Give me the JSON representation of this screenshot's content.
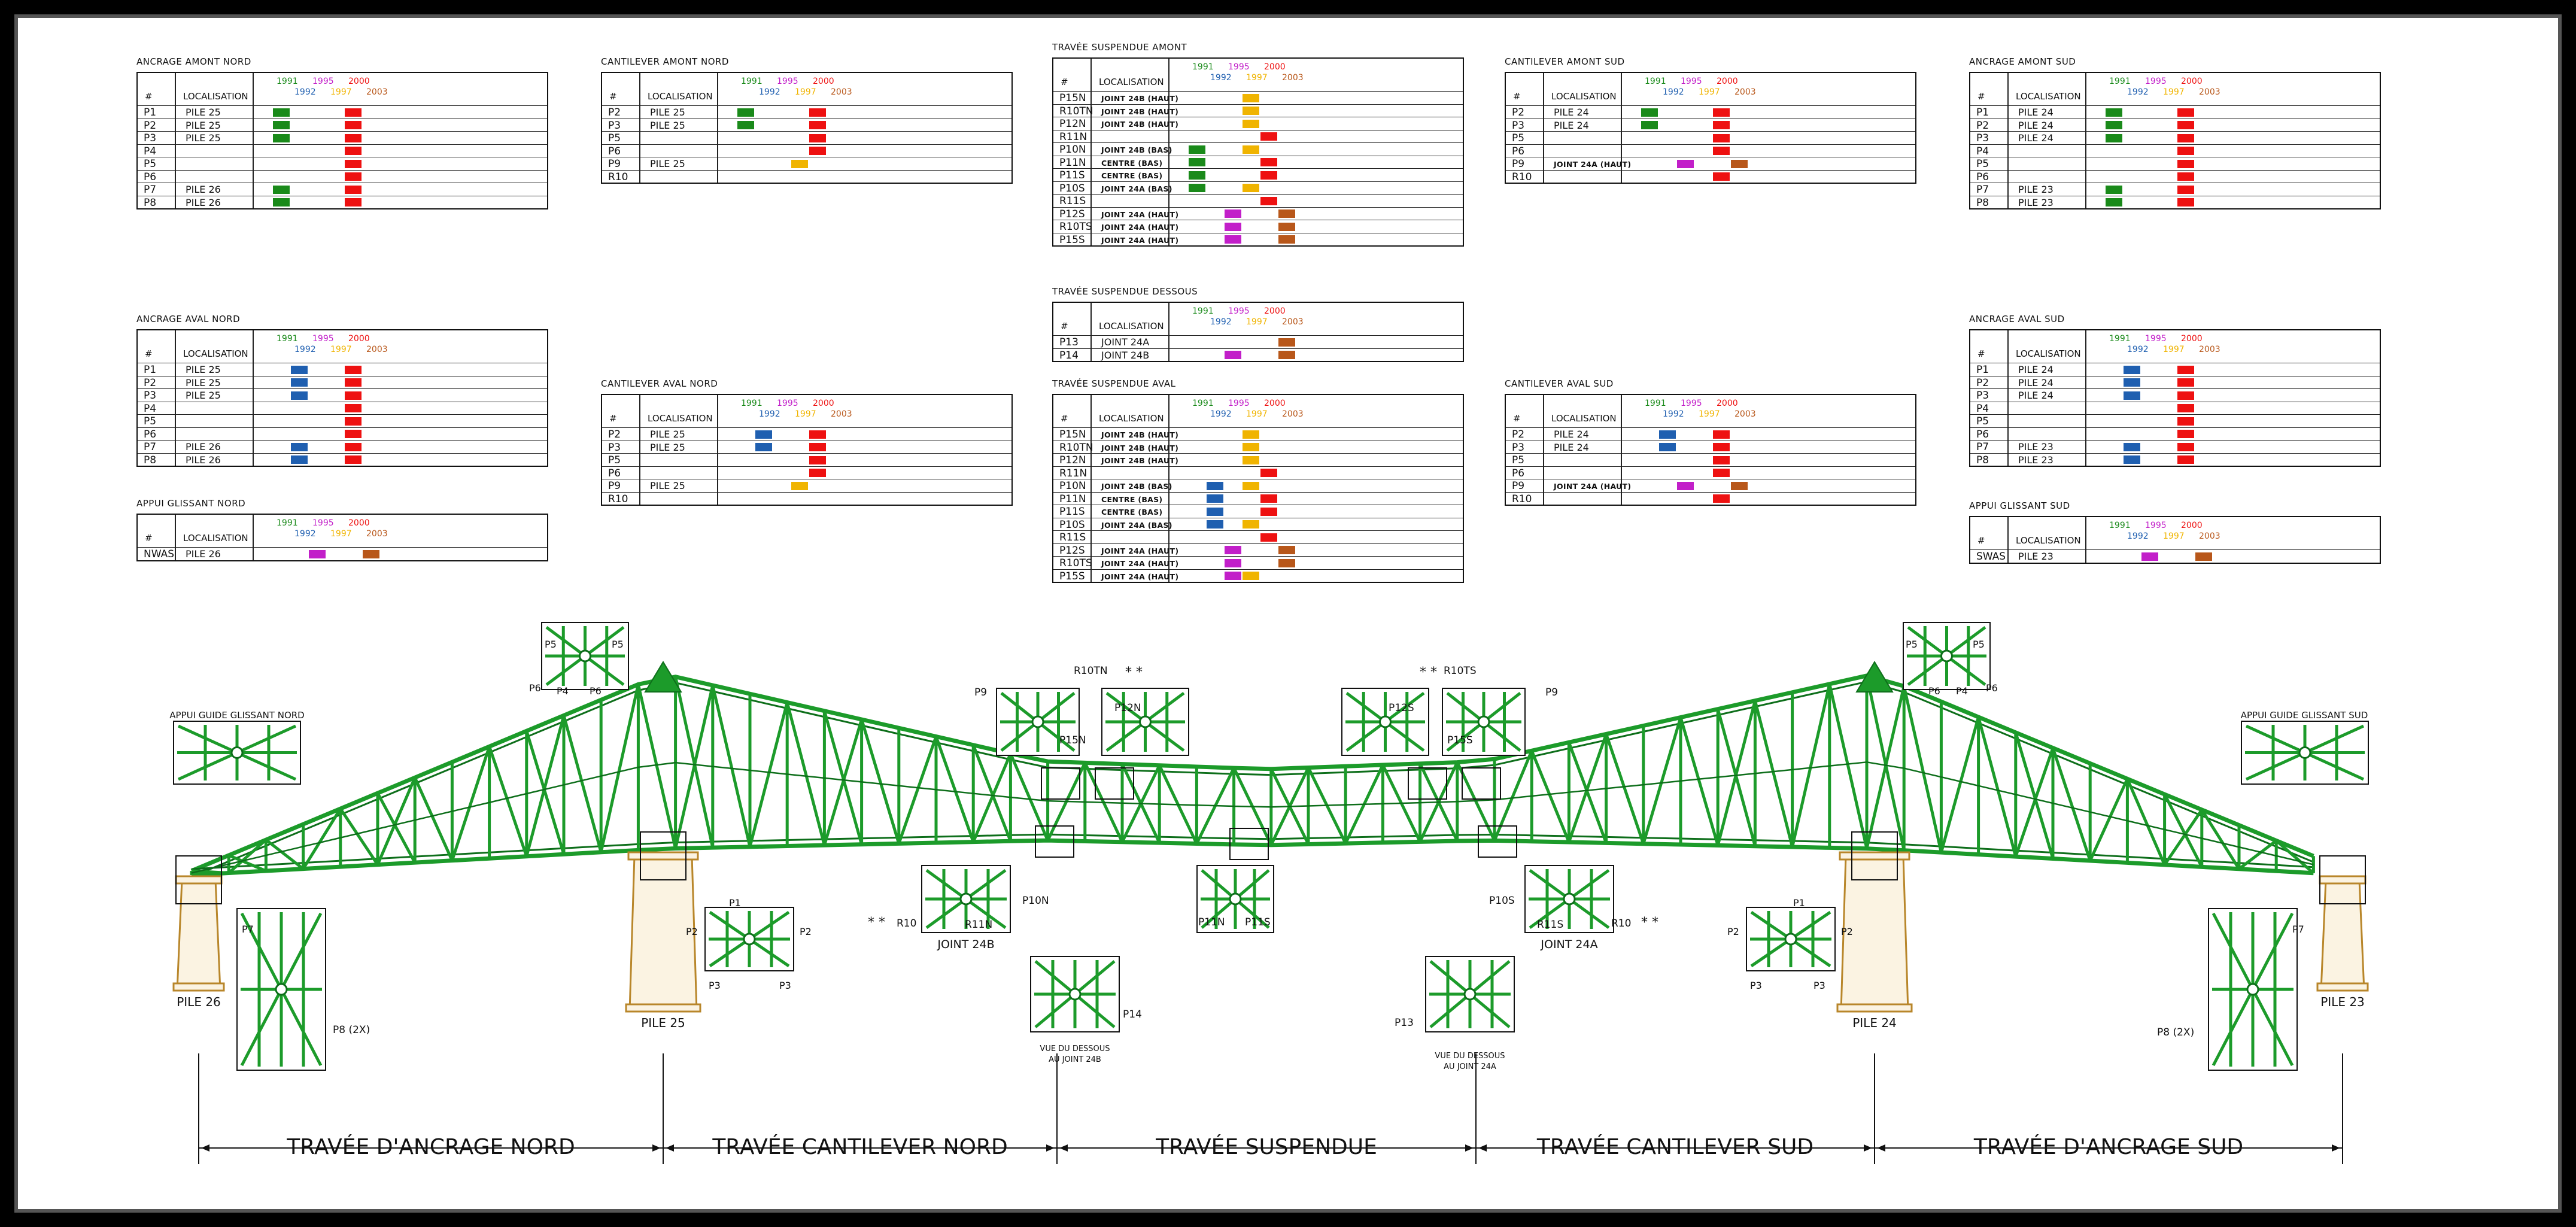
{
  "colors": {
    "1991": "#1a8a1a",
    "1992": "#1f5fb0",
    "1995": "#c21fc9",
    "1997": "#f0b400",
    "2000": "#ee1111",
    "2003": "#b8571a",
    "truss": "#1c9b2a",
    "truss_dark": "#0d6e1a",
    "pier": "#b8862a"
  },
  "years_top": [
    "1991",
    "1995",
    "2000"
  ],
  "years_bottom": [
    "1992",
    "1997",
    "2003"
  ],
  "col_hash": "#",
  "col_loc": "LOCALISATION",
  "tables": [
    {
      "id": "t1",
      "title": "ANCRAGE AMONT NORD",
      "rows": [
        {
          "id": "P1",
          "loc": "PILE 25",
          "marks": [
            "1991",
            "2000"
          ]
        },
        {
          "id": "P2",
          "loc": "PILE 25",
          "marks": [
            "1991",
            "2000"
          ]
        },
        {
          "id": "P3",
          "loc": "PILE 25",
          "marks": [
            "1991",
            "2000"
          ]
        },
        {
          "id": "P4",
          "loc": "",
          "marks": [
            "2000"
          ]
        },
        {
          "id": "P5",
          "loc": "",
          "marks": [
            "2000"
          ]
        },
        {
          "id": "P6",
          "loc": "",
          "marks": [
            "2000"
          ]
        },
        {
          "id": "P7",
          "loc": "PILE 26",
          "marks": [
            "1991",
            "2000"
          ]
        },
        {
          "id": "P8",
          "loc": "PILE 26",
          "marks": [
            "1991",
            "2000"
          ]
        }
      ]
    },
    {
      "id": "t2",
      "title": "CANTILEVER AMONT NORD",
      "rows": [
        {
          "id": "P2",
          "loc": "PILE 25",
          "marks": [
            "1991",
            "2000"
          ]
        },
        {
          "id": "P3",
          "loc": "PILE 25",
          "marks": [
            "1991",
            "2000"
          ]
        },
        {
          "id": "P5",
          "loc": "",
          "marks": [
            "2000"
          ]
        },
        {
          "id": "P6",
          "loc": "",
          "marks": [
            "2000"
          ]
        },
        {
          "id": "P9",
          "loc": "PILE 25",
          "marks": [
            "1997"
          ]
        },
        {
          "id": "R10",
          "loc": "",
          "marks": []
        }
      ]
    },
    {
      "id": "t3",
      "title": "TRAVÉE SUSPENDUE AMONT",
      "rows": [
        {
          "id": "P15N",
          "loc": "JOINT 24B (HAUT)",
          "small": true,
          "marks": [
            "1997"
          ]
        },
        {
          "id": "R10TN",
          "loc": "JOINT 24B (HAUT)",
          "small": true,
          "marks": [
            "1997"
          ]
        },
        {
          "id": "P12N",
          "loc": "JOINT 24B (HAUT)",
          "small": true,
          "marks": [
            "1997"
          ]
        },
        {
          "id": "R11N",
          "loc": "",
          "marks": [
            "2000"
          ]
        },
        {
          "id": "P10N",
          "loc": "JOINT 24B (BAS)",
          "small": true,
          "marks": [
            "1991",
            "1997"
          ]
        },
        {
          "id": "P11N",
          "loc": "CENTRE (BAS)",
          "small": true,
          "marks": [
            "1991",
            "2000"
          ]
        },
        {
          "id": "P11S",
          "loc": "CENTRE (BAS)",
          "small": true,
          "marks": [
            "1991",
            "2000"
          ]
        },
        {
          "id": "P10S",
          "loc": "JOINT 24A (BAS)",
          "small": true,
          "marks": [
            "1991",
            "1997"
          ]
        },
        {
          "id": "R11S",
          "loc": "",
          "marks": [
            "2000"
          ]
        },
        {
          "id": "P12S",
          "loc": "JOINT 24A (HAUT)",
          "small": true,
          "marks": [
            "1995",
            "2003"
          ]
        },
        {
          "id": "R10TS",
          "loc": "JOINT 24A (HAUT)",
          "small": true,
          "marks": [
            "1995",
            "2003"
          ]
        },
        {
          "id": "P15S",
          "loc": "JOINT 24A (HAUT)",
          "small": true,
          "marks": [
            "1995",
            "2003"
          ]
        }
      ]
    },
    {
      "id": "t4",
      "title": "CANTILEVER AMONT SUD",
      "rows": [
        {
          "id": "P2",
          "loc": "PILE 24",
          "marks": [
            "1991",
            "2000"
          ]
        },
        {
          "id": "P3",
          "loc": "PILE 24",
          "marks": [
            "1991",
            "2000"
          ]
        },
        {
          "id": "P5",
          "loc": "",
          "marks": [
            "2000"
          ]
        },
        {
          "id": "P6",
          "loc": "",
          "marks": [
            "2000"
          ]
        },
        {
          "id": "P9",
          "loc": "JOINT 24A (HAUT)",
          "small": true,
          "marks": [
            "1995",
            "2003"
          ]
        },
        {
          "id": "R10",
          "loc": "",
          "marks": [
            "2000"
          ]
        }
      ]
    },
    {
      "id": "t5",
      "title": "ANCRAGE AMONT SUD",
      "rows": [
        {
          "id": "P1",
          "loc": "PILE 24",
          "marks": [
            "1991",
            "2000"
          ]
        },
        {
          "id": "P2",
          "loc": "PILE 24",
          "marks": [
            "1991",
            "2000"
          ]
        },
        {
          "id": "P3",
          "loc": "PILE 24",
          "marks": [
            "1991",
            "2000"
          ]
        },
        {
          "id": "P4",
          "loc": "",
          "marks": [
            "2000"
          ]
        },
        {
          "id": "P5",
          "loc": "",
          "marks": [
            "2000"
          ]
        },
        {
          "id": "P6",
          "loc": "",
          "marks": [
            "2000"
          ]
        },
        {
          "id": "P7",
          "loc": "PILE 23",
          "marks": [
            "1991",
            "2000"
          ]
        },
        {
          "id": "P8",
          "loc": "PILE 23",
          "marks": [
            "1991",
            "2000"
          ]
        }
      ]
    },
    {
      "id": "t6",
      "title": "TRAVÉE SUSPENDUE DESSOUS",
      "rows": [
        {
          "id": "P13",
          "loc": "JOINT 24A",
          "marks": [
            "2003"
          ]
        },
        {
          "id": "P14",
          "loc": "JOINT 24B",
          "marks": [
            "1995",
            "2003"
          ]
        }
      ]
    },
    {
      "id": "t7",
      "title": "ANCRAGE AVAL NORD",
      "rows": [
        {
          "id": "P1",
          "loc": "PILE 25",
          "marks": [
            "1992",
            "2000"
          ]
        },
        {
          "id": "P2",
          "loc": "PILE 25",
          "marks": [
            "1992",
            "2000"
          ]
        },
        {
          "id": "P3",
          "loc": "PILE 25",
          "marks": [
            "1992",
            "2000"
          ]
        },
        {
          "id": "P4",
          "loc": "",
          "marks": [
            "2000"
          ]
        },
        {
          "id": "P5",
          "loc": "",
          "marks": [
            "2000"
          ]
        },
        {
          "id": "P6",
          "loc": "",
          "marks": [
            "2000"
          ]
        },
        {
          "id": "P7",
          "loc": "PILE 26",
          "marks": [
            "1992",
            "2000"
          ]
        },
        {
          "id": "P8",
          "loc": "PILE 26",
          "marks": [
            "1992",
            "2000"
          ]
        }
      ]
    },
    {
      "id": "t8",
      "title": "CANTILEVER AVAL NORD",
      "rows": [
        {
          "id": "P2",
          "loc": "PILE 25",
          "marks": [
            "1992",
            "2000"
          ]
        },
        {
          "id": "P3",
          "loc": "PILE 25",
          "marks": [
            "1992",
            "2000"
          ]
        },
        {
          "id": "P5",
          "loc": "",
          "marks": [
            "2000"
          ]
        },
        {
          "id": "P6",
          "loc": "",
          "marks": [
            "2000"
          ]
        },
        {
          "id": "P9",
          "loc": "PILE 25",
          "marks": [
            "1997"
          ]
        },
        {
          "id": "R10",
          "loc": "",
          "marks": []
        }
      ]
    },
    {
      "id": "t9",
      "title": "TRAVÉE SUSPENDUE AVAL",
      "rows": [
        {
          "id": "P15N",
          "loc": "JOINT 24B (HAUT)",
          "small": true,
          "marks": [
            "1997"
          ]
        },
        {
          "id": "R10TN",
          "loc": "JOINT 24B (HAUT)",
          "small": true,
          "marks": [
            "1997"
          ]
        },
        {
          "id": "P12N",
          "loc": "JOINT 24B (HAUT)",
          "small": true,
          "marks": [
            "1997"
          ]
        },
        {
          "id": "R11N",
          "loc": "",
          "marks": [
            "2000"
          ]
        },
        {
          "id": "P10N",
          "loc": "JOINT 24B (BAS)",
          "small": true,
          "marks": [
            "1992",
            "1997"
          ]
        },
        {
          "id": "P11N",
          "loc": "CENTRE (BAS)",
          "small": true,
          "marks": [
            "1992",
            "2000"
          ]
        },
        {
          "id": "P11S",
          "loc": "CENTRE (BAS)",
          "small": true,
          "marks": [
            "1992",
            "2000"
          ]
        },
        {
          "id": "P10S",
          "loc": "JOINT 24A (BAS)",
          "small": true,
          "marks": [
            "1992",
            "1997"
          ]
        },
        {
          "id": "R11S",
          "loc": "",
          "marks": [
            "2000"
          ]
        },
        {
          "id": "P12S",
          "loc": "JOINT 24A (HAUT)",
          "small": true,
          "marks": [
            "1995",
            "2003"
          ]
        },
        {
          "id": "R10TS",
          "loc": "JOINT 24A (HAUT)",
          "small": true,
          "marks": [
            "1995",
            "2003"
          ]
        },
        {
          "id": "P15S",
          "loc": "JOINT 24A (HAUT)",
          "small": true,
          "marks": [
            "1995",
            "1997"
          ]
        }
      ]
    },
    {
      "id": "t10",
      "title": "CANTILEVER AVAL SUD",
      "rows": [
        {
          "id": "P2",
          "loc": "PILE 24",
          "marks": [
            "1992",
            "2000"
          ]
        },
        {
          "id": "P3",
          "loc": "PILE 24",
          "marks": [
            "1992",
            "2000"
          ]
        },
        {
          "id": "P5",
          "loc": "",
          "marks": [
            "2000"
          ]
        },
        {
          "id": "P6",
          "loc": "",
          "marks": [
            "2000"
          ]
        },
        {
          "id": "P9",
          "loc": "JOINT 24A (HAUT)",
          "small": true,
          "marks": [
            "1995",
            "2003"
          ]
        },
        {
          "id": "R10",
          "loc": "",
          "marks": [
            "2000"
          ]
        }
      ]
    },
    {
      "id": "t11",
      "title": "ANCRAGE AVAL SUD",
      "rows": [
        {
          "id": "P1",
          "loc": "PILE 24",
          "marks": [
            "1992",
            "2000"
          ]
        },
        {
          "id": "P2",
          "loc": "PILE 24",
          "marks": [
            "1992",
            "2000"
          ]
        },
        {
          "id": "P3",
          "loc": "PILE 24",
          "marks": [
            "1992",
            "2000"
          ]
        },
        {
          "id": "P4",
          "loc": "",
          "marks": [
            "2000"
          ]
        },
        {
          "id": "P5",
          "loc": "",
          "marks": [
            "2000"
          ]
        },
        {
          "id": "P6",
          "loc": "",
          "marks": [
            "2000"
          ]
        },
        {
          "id": "P7",
          "loc": "PILE 23",
          "marks": [
            "1992",
            "2000"
          ]
        },
        {
          "id": "P8",
          "loc": "PILE 23",
          "marks": [
            "1992",
            "2000"
          ]
        }
      ]
    },
    {
      "id": "t12",
      "title": "APPUI GLISSANT NORD",
      "rows": [
        {
          "id": "NWAS",
          "loc": "PILE 26",
          "marks": [
            "1995",
            "2003"
          ]
        }
      ]
    },
    {
      "id": "t13",
      "title": "APPUI GLISSANT SUD",
      "rows": [
        {
          "id": "SWAS",
          "loc": "PILE 23",
          "marks": [
            "1995",
            "2003"
          ]
        }
      ]
    }
  ],
  "spans": [
    "TRAVÉE D'ANCRAGE NORD",
    "TRAVÉE CANTILEVER NORD",
    "TRAVÉE SUSPENDUE",
    "TRAVÉE CANTILEVER SUD",
    "TRAVÉE D'ANCRAGE SUD"
  ],
  "piers": [
    "PILE 26",
    "PILE 25",
    "PILE 24",
    "PILE 23"
  ],
  "detail_labels": {
    "guide_nord": "APPUI GUIDE GLISSANT NORD",
    "guide_sud": "APPUI GUIDE GLISSANT SUD",
    "joint24b": "JOINT 24B",
    "joint24a": "JOINT 24A",
    "vue_b1": "VUE DU DESSOUS",
    "vue_b2": "AU JOINT 24B",
    "vue_a1": "VUE DU DESSOUS",
    "vue_a2": "AU JOINT 24A",
    "p8_2x": "P8 (2X)",
    "asterisks": "* *",
    "p": {
      "P1": "P1",
      "P2": "P2",
      "P3": "P3",
      "P4": "P4",
      "P5": "P5",
      "P6": "P6",
      "P7": "P7",
      "P9": "P9",
      "P10N": "P10N",
      "P10S": "P10S",
      "P11N": "P11N",
      "P11S": "P11S",
      "P12N": "P12N",
      "P12S": "P12S",
      "P13": "P13",
      "P14": "P14",
      "P15N": "P15N",
      "P15S": "P15S",
      "R10": "R10",
      "R10TN": "R10TN",
      "R10TS": "R10TS",
      "R11N": "R11N",
      "R11S": "R11S"
    }
  }
}
